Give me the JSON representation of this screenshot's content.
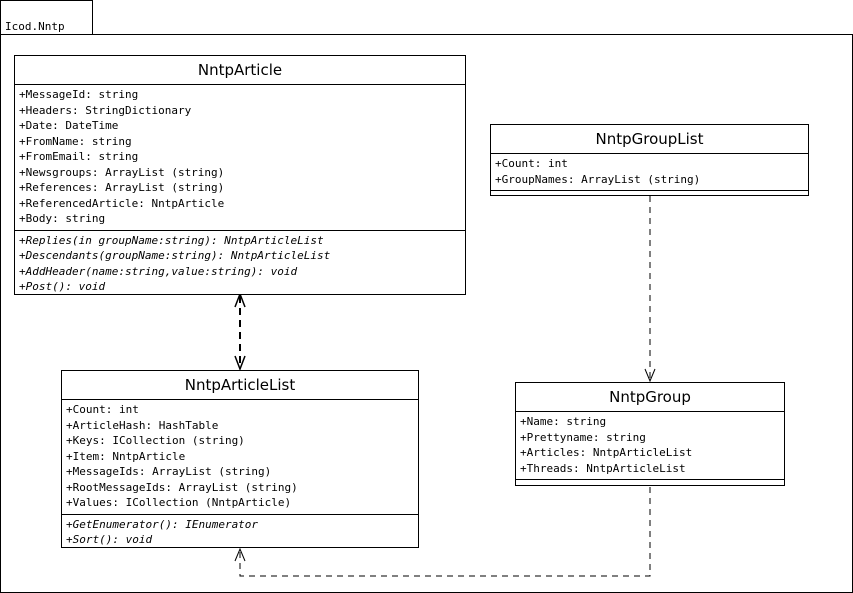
{
  "package": {
    "name": "Icod.Nntp"
  },
  "classes": {
    "article": {
      "name": "NntpArticle",
      "attributes": [
        "+MessageId: string",
        "+Headers: StringDictionary",
        "+Date: DateTime",
        "+FromName: string",
        "+FromEmail: string",
        "+Newsgroups: ArrayList (string)",
        "+References: ArrayList (string)",
        "+ReferencedArticle: NntpArticle",
        "+Body: string"
      ],
      "operations": [
        "+Replies(in groupName:string): NntpArticleList",
        "+Descendants(groupName:string): NntpArticleList",
        "+AddHeader(name:string,value:string): void",
        "+Post(): void"
      ]
    },
    "grouplist": {
      "name": "NntpGroupList",
      "attributes": [
        "+Count: int",
        "+GroupNames: ArrayList (string)"
      ],
      "operations": []
    },
    "articlelist": {
      "name": "NntpArticleList",
      "attributes": [
        "+Count: int",
        "+ArticleHash: HashTable",
        "+Keys: ICollection (string)",
        "+Item: NntpArticle",
        "+MessageIds: ArrayList (string)",
        "+RootMessageIds: ArrayList (string)",
        "+Values: ICollection (NntpArticle)"
      ],
      "operations": [
        "+GetEnumerator(): IEnumerator",
        "+Sort(): void"
      ]
    },
    "group": {
      "name": "NntpGroup",
      "attributes": [
        "+Name: string",
        "+Prettyname: string",
        "+Articles: NntpArticleList",
        "+Threads: NntpArticleList"
      ],
      "operations": []
    }
  },
  "relationships": [
    {
      "from": "NntpArticle",
      "to": "NntpArticleList",
      "style": "dashed",
      "arrows": "both"
    },
    {
      "from": "NntpGroupList",
      "to": "NntpGroup",
      "style": "dashed",
      "arrows": "end"
    },
    {
      "from": "NntpGroup",
      "to": "NntpArticleList",
      "style": "dashed",
      "arrows": "end"
    }
  ]
}
